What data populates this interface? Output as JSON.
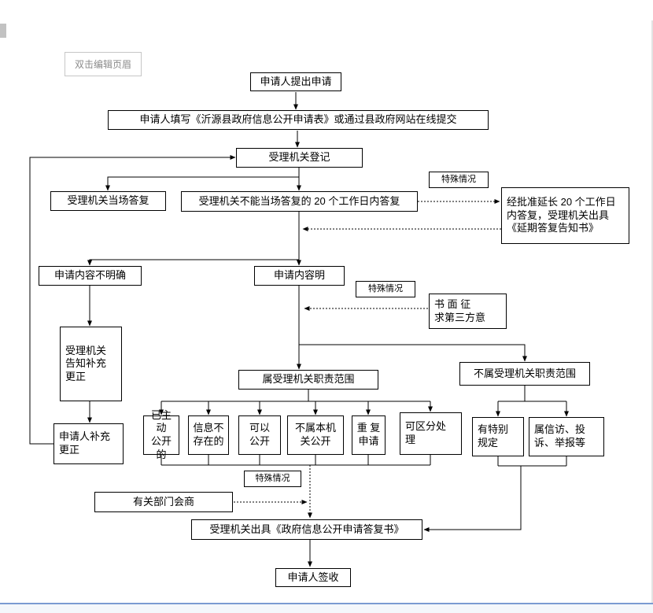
{
  "editor": {
    "header_hint": "双击编辑页眉"
  },
  "flowchart": {
    "special_case_label": "特殊情况",
    "nodes": {
      "submit": "申请人提出申请",
      "fill_form": "申请人填写《沂源县政府信息公开申请表》或通过县政府网站在线提交",
      "register": "受理机关登记",
      "onsite_reply": "受理机关当场答复",
      "reply_20days": "受理机关不能当场答复的 20 个工作日内答复",
      "extension": "经批准延长 20 个工作日\n内答复，受理机关出具\n《延期答复告知书》",
      "unclear": "申请内容不明确",
      "clear": "申请内容明",
      "third_party": "书 面 征\n求第三方意",
      "notify_supplement": "受理机关\n告知补充\n更正",
      "supplement": "申请人补充\n更正",
      "in_scope": "属受理机关职责范围",
      "out_scope": "不属受理机关职责范围",
      "already_public": "已主动\n公开的",
      "not_exist": "信息不\n存在的",
      "can_public": "可以\n公开",
      "not_this_org": "不属本机\n关公开",
      "repeat": "重 复\n申请",
      "separable": "可区分处\n理",
      "special_rule": "有特别\n规定",
      "petition": "属信访、投\n诉、举报等",
      "consult": "有关部门会商",
      "reply_doc": "受理机关出具《政府信息公开申请答复书》",
      "sign": "申请人签收"
    }
  }
}
